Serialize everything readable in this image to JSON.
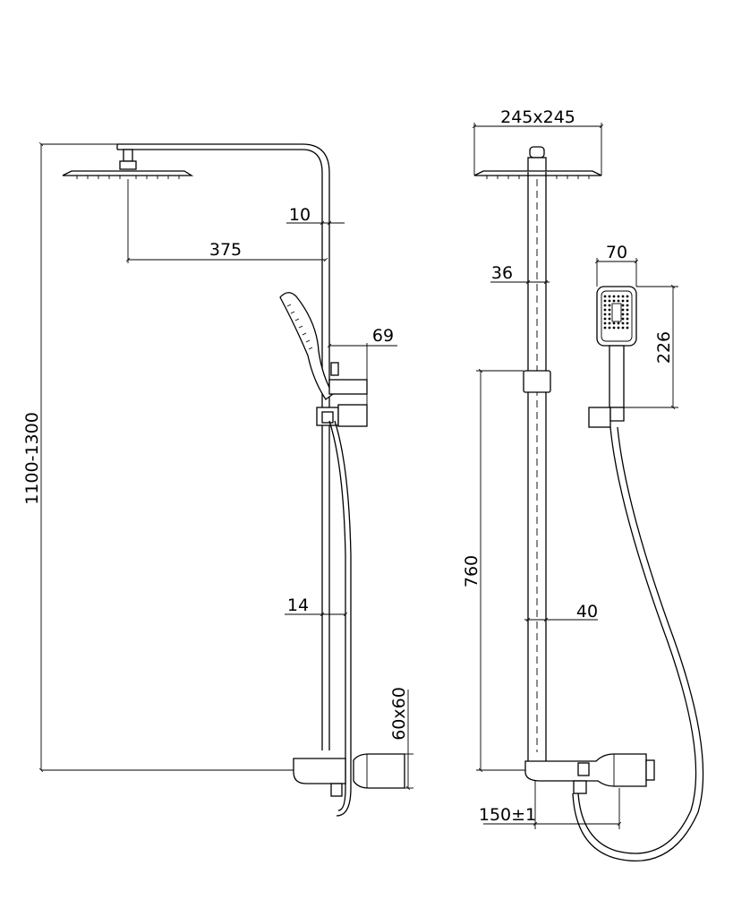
{
  "drawing": {
    "side_view": {
      "dimensions": {
        "overall_height": "1100-1300",
        "arm_reach": "375",
        "pipe_upper": "10",
        "holder_offset": "69",
        "pipe_lower": "14",
        "mixer_size": "60x60"
      }
    },
    "front_view": {
      "dimensions": {
        "head_size": "245x245",
        "pipe_upper": "36",
        "pipe_lower": "40",
        "hand_shower_width": "70",
        "hand_shower_length": "226",
        "slider_height": "760",
        "inlet_spacing": "150±1"
      }
    }
  }
}
